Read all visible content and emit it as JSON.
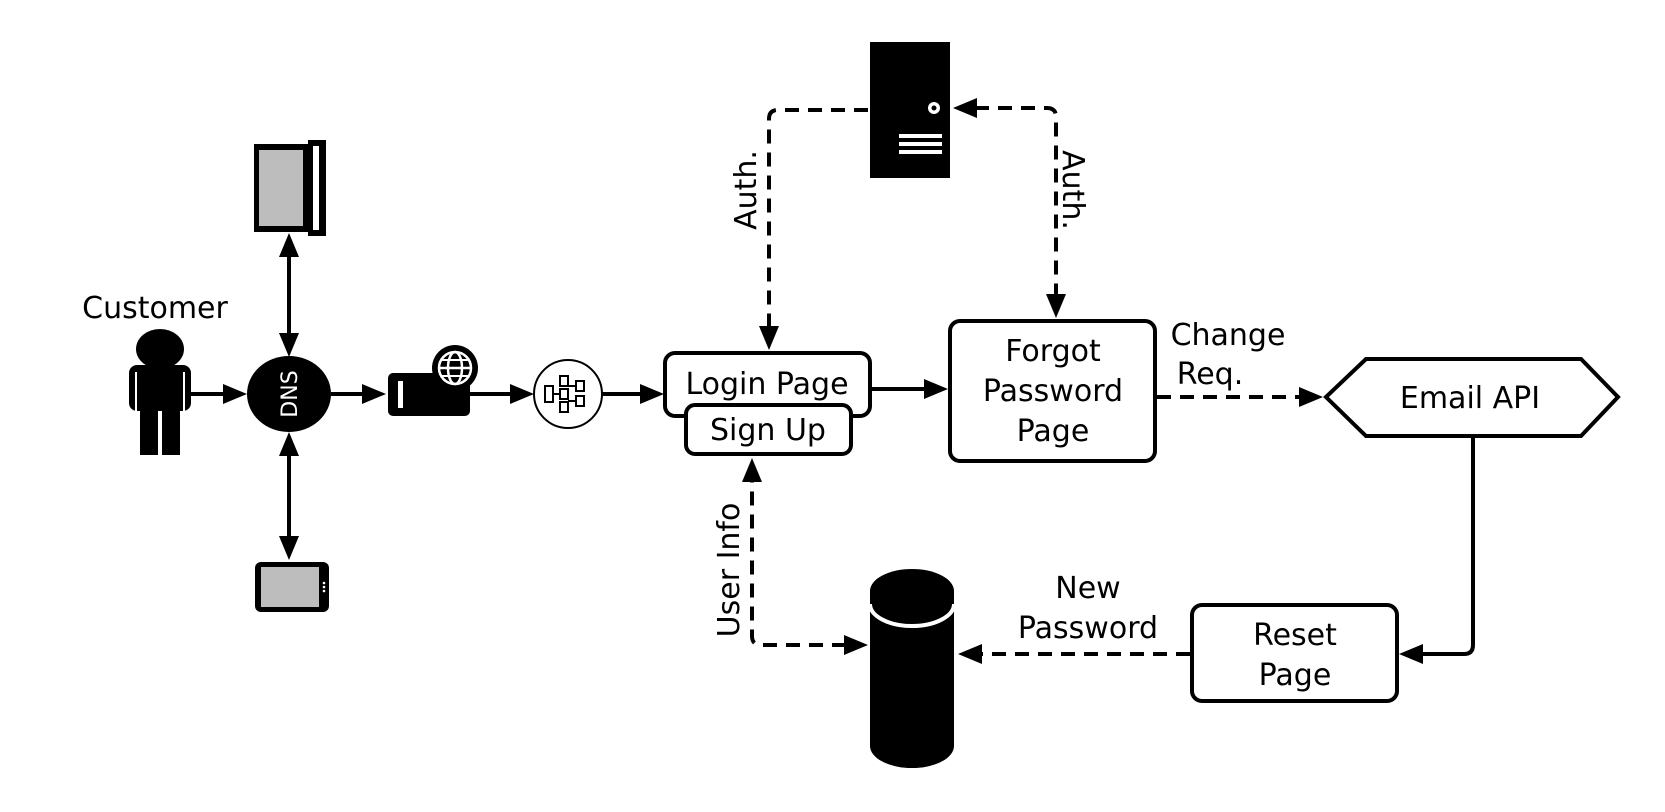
{
  "nodes": {
    "customer": "Customer",
    "dns": "DNS",
    "login_page": "Login Page",
    "sign_up": "Sign Up",
    "forgot_password_page": [
      "Forgot",
      "Password",
      "Page"
    ],
    "email_api": "Email API",
    "reset_page": [
      "Reset",
      "Page"
    ]
  },
  "edges": {
    "auth_left": "Auth.",
    "auth_right": "Auth.",
    "change_req": [
      "Change",
      "Req."
    ],
    "user_info": "User Info",
    "new_password": [
      "New",
      "Password"
    ]
  }
}
